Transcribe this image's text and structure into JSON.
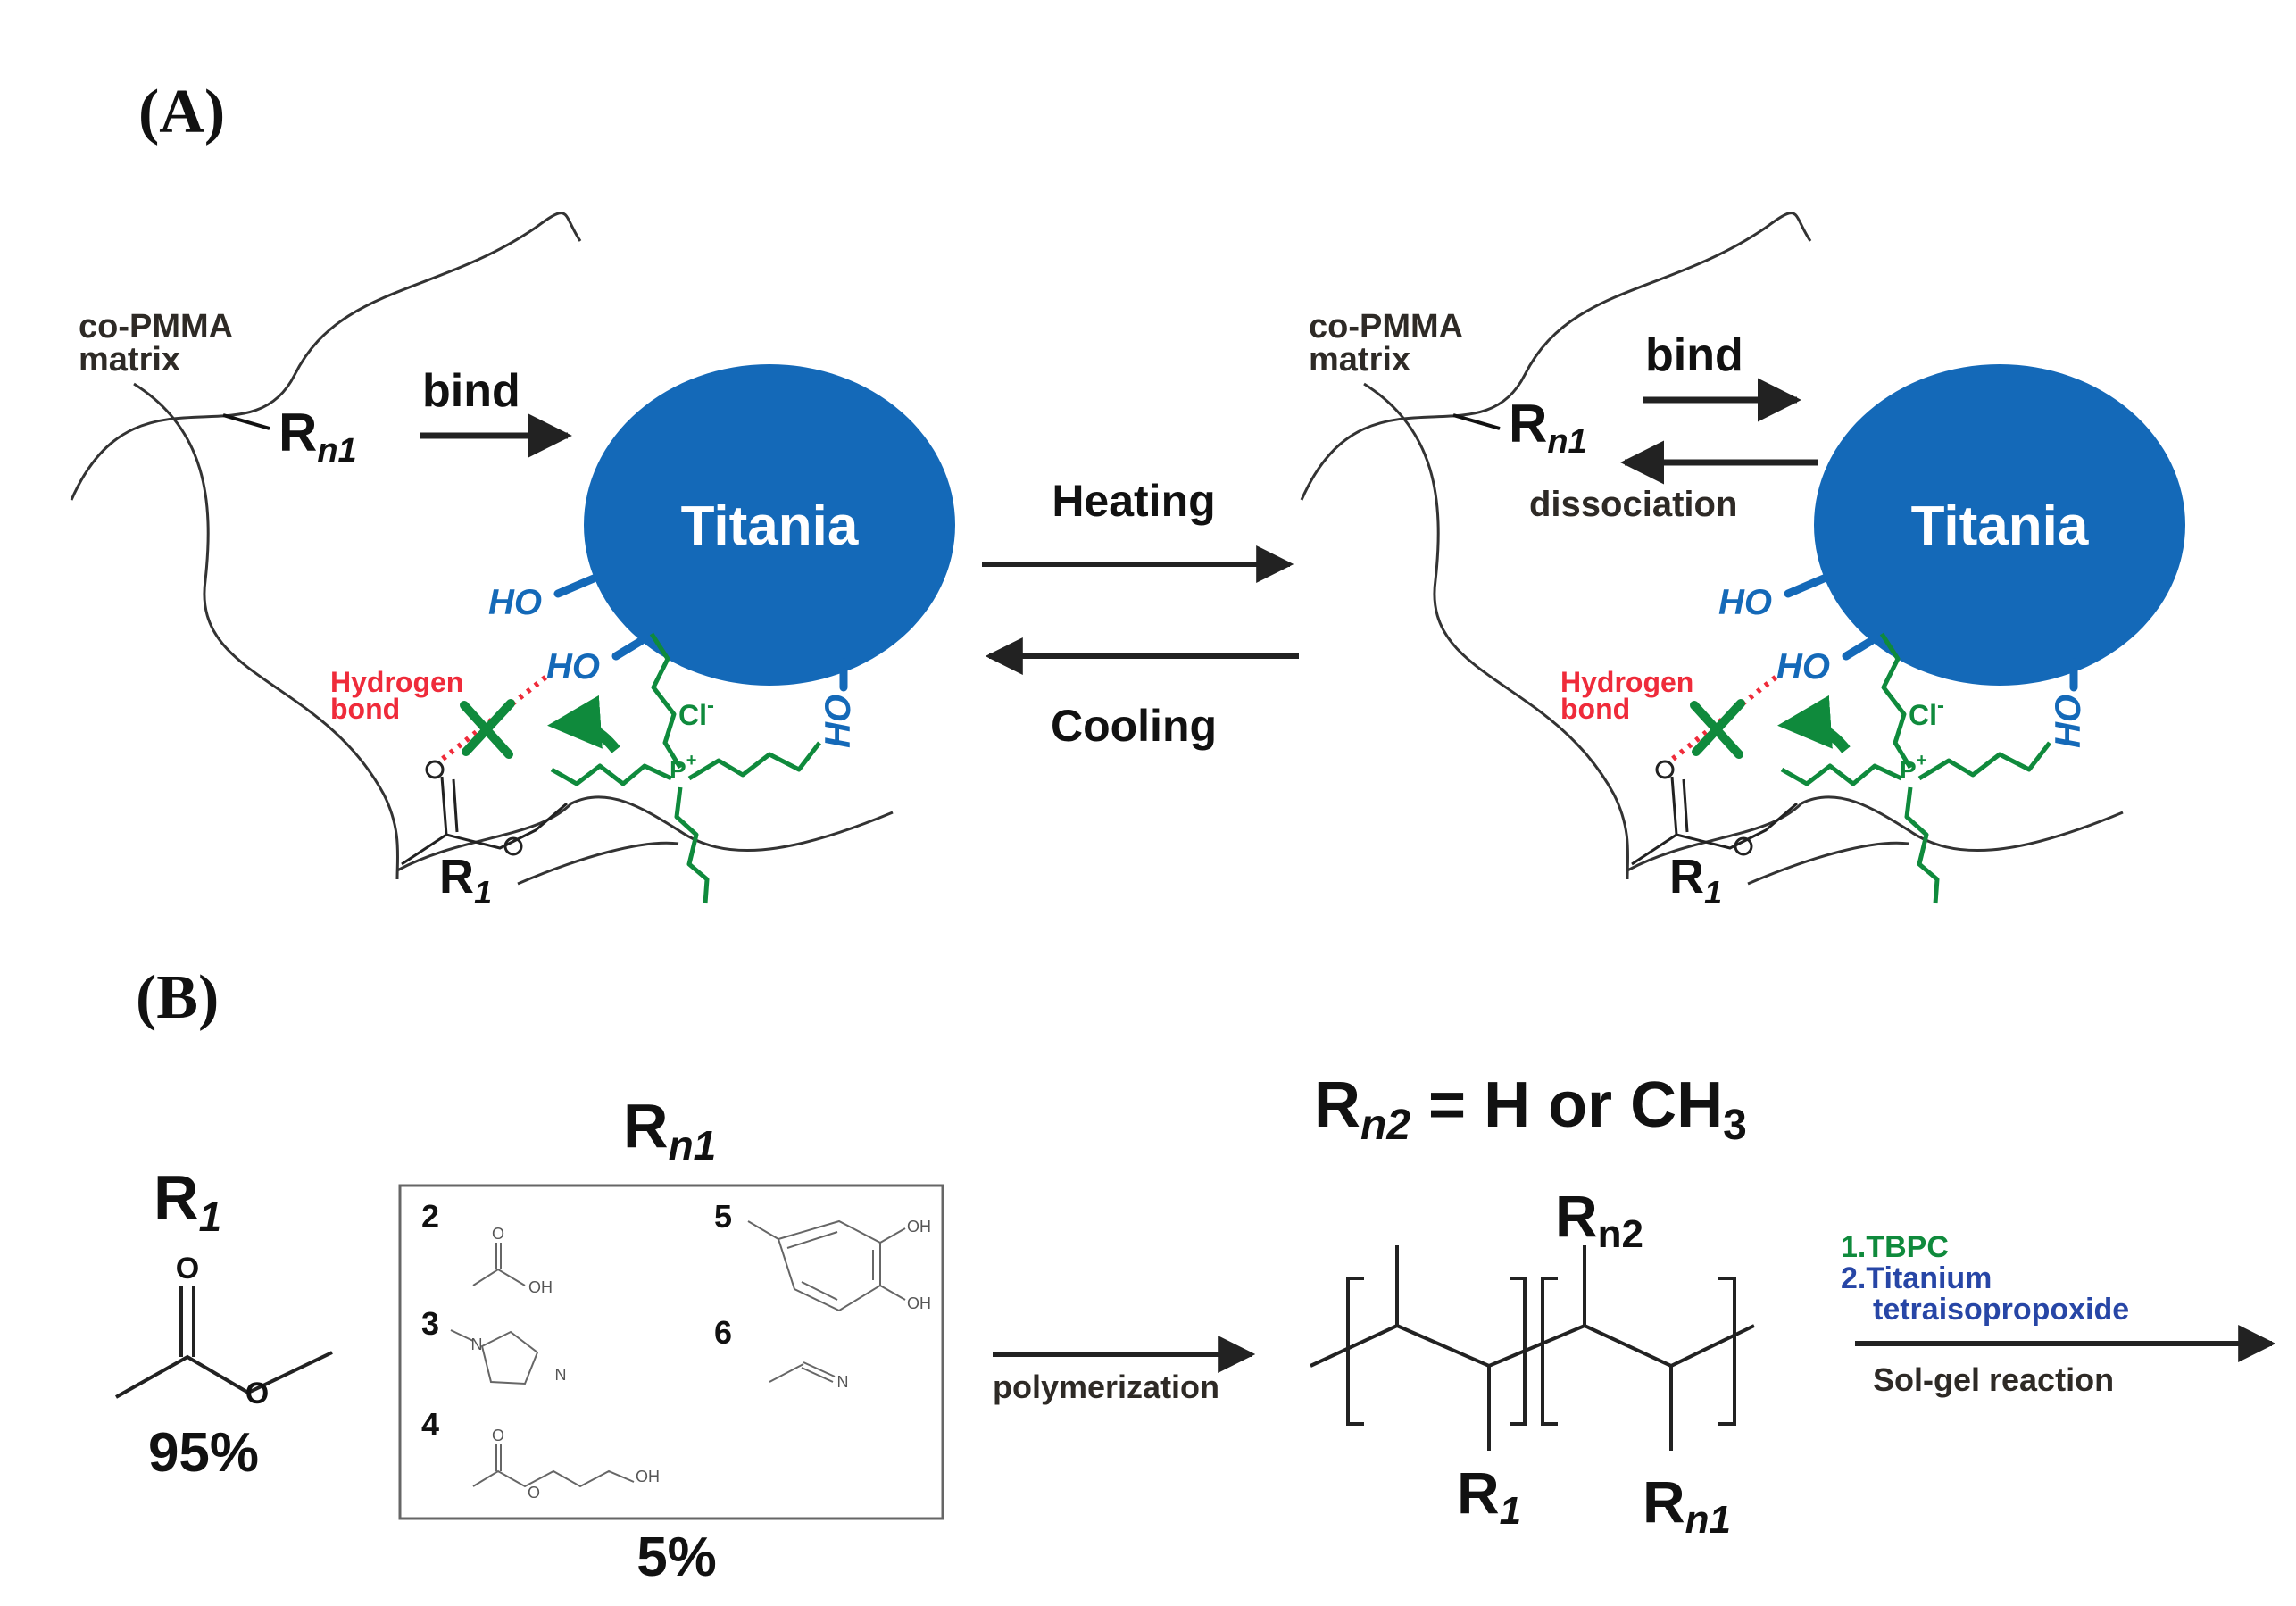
{
  "panel_a": {
    "label": "(A)",
    "heating": "Heating",
    "cooling": "Cooling",
    "left": {
      "matrix_line1": "co-PMMA",
      "matrix_line2": "matrix",
      "rn1_base": "R",
      "rn1_sub": "n1",
      "bind": "bind",
      "titania": "Titania",
      "ho": "HO",
      "hb_line1": "Hydrogen",
      "hb_line2": "bond",
      "chloride": "Cl",
      "chloride_sup": "-",
      "phosphorus": "P",
      "phosphorus_sup": "+",
      "ester_o1": "O",
      "ester_o2": "O",
      "r1_base": "R",
      "r1_sub": "1"
    },
    "right": {
      "matrix_line1": "co-PMMA",
      "matrix_line2": "matrix",
      "rn1_base": "R",
      "rn1_sub": "n1",
      "bind": "bind",
      "dissociation": "dissociation",
      "titania": "Titania",
      "ho": "HO",
      "hb_line1": "Hydrogen",
      "hb_line2": "bond",
      "chloride": "Cl",
      "chloride_sup": "-",
      "phosphorus": "P",
      "phosphorus_sup": "+",
      "ester_o1": "O",
      "ester_o2": "O",
      "r1_base": "R",
      "r1_sub": "1"
    }
  },
  "panel_b": {
    "label": "(B)",
    "r1_base": "R",
    "r1_sub": "1",
    "r1_percent": "95%",
    "rn1_base": "R",
    "rn1_sub": "n1",
    "rn1_percent": "5%",
    "box_items": [
      {
        "num": "2",
        "atoms": [
          "O",
          "OH"
        ]
      },
      {
        "num": "3",
        "atoms": [
          "N",
          "N"
        ]
      },
      {
        "num": "4",
        "atoms": [
          "O",
          "O",
          "OH"
        ]
      },
      {
        "num": "5",
        "atoms": [
          "OH",
          "OH"
        ]
      },
      {
        "num": "6",
        "atoms": [
          "N"
        ]
      }
    ],
    "ester_o": "O",
    "polymerization": "polymerization",
    "rn2_def_base": "R",
    "rn2_def_sub": "n2",
    "rn2_def_rest": " = H or CH",
    "rn2_def_sub3": "3",
    "polymer_rn2_base": "R",
    "polymer_rn2_sub": "n2",
    "polymer_r1_base": "R",
    "polymer_r1_sub": "1",
    "polymer_rn1_base": "R",
    "polymer_rn1_sub": "n1",
    "step1": "1.TBPC",
    "step2_line1": "2.Titanium",
    "step2_line2": "tetraisopropoxide",
    "solgel": "Sol-gel reaction"
  },
  "colors": {
    "titania": "#1469b8",
    "hydrogen_bond": "#ef2b3a",
    "tbpc": "#0f8a3c",
    "titanium_step": "#2746a6"
  }
}
